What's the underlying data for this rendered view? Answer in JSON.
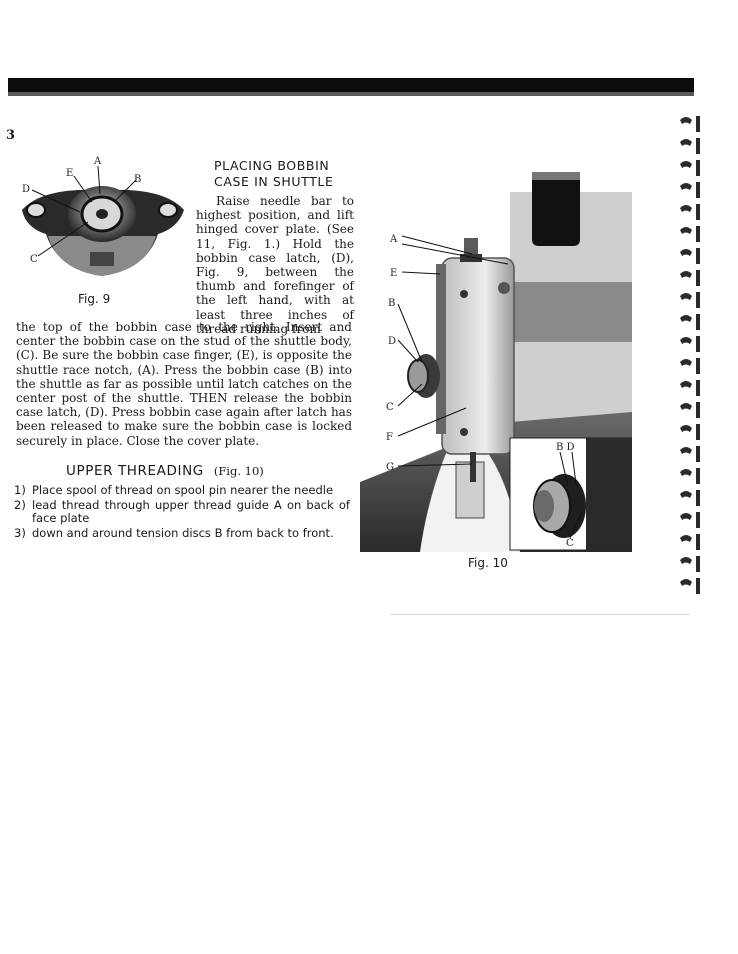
{
  "page_mark": "3",
  "figure9": {
    "caption": "Fig. 9",
    "labels": {
      "a": "A",
      "b": "B",
      "c": "C",
      "d": "D",
      "e": "E"
    }
  },
  "placing_bobbin": {
    "heading_line1": "PLACING BOBBIN",
    "heading_line2": "CASE IN SHUTTLE",
    "column_text": "Raise needle bar to highest position, and lift hinged cover plate. (See 11, Fig. 1.) Hold the bobbin case latch, (D), Fig. 9, between the thumb and forefinger of the left hand, with at least three inches of thread running from",
    "full_text": "the top of the bobbin case to the right. Insert and center the bobbin case on the stud of the shuttle body, (C). Be sure the bobbin case finger, (E), is opposite the shuttle race notch, (A). Press the bobbin case (B) into the shuttle as far as possible until latch catches on the center post of the shuttle. THEN release the bobbin case latch, (D). Press bobbin case again after latch has been released to make sure the bobbin case is locked securely in place. Close the cover plate."
  },
  "upper_threading": {
    "heading": "UPPER THREADING",
    "ref": "(Fig. 10)",
    "steps": [
      {
        "num": "1)",
        "text": "Place spool of thread on spool pin nearer the needle"
      },
      {
        "num": "2)",
        "text": "lead thread through upper thread guide A on back of face plate"
      },
      {
        "num": "3)",
        "text": "down and around tension discs B from back to front."
      }
    ]
  },
  "figure10": {
    "caption": "Fig. 10",
    "labels": {
      "a": "A",
      "e": "E",
      "b": "B",
      "d": "D",
      "c": "C",
      "f": "F",
      "g": "G"
    },
    "inset_labels": {
      "bd": "B D",
      "c": "C"
    }
  }
}
